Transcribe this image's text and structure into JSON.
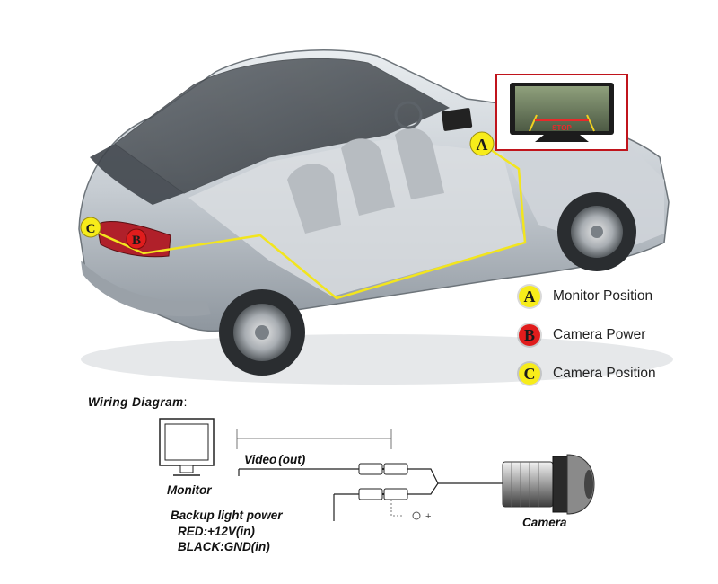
{
  "callouts": {
    "a": "A",
    "b": "B",
    "c": "C"
  },
  "monitor_screen": {
    "stop_label": "STOP"
  },
  "legend": [
    {
      "badge": "A",
      "label": "Monitor Position",
      "color": "#f7ec1a"
    },
    {
      "badge": "B",
      "label": "Camera Power",
      "color": "#e01c1c"
    },
    {
      "badge": "C",
      "label": "Camera Position",
      "color": "#f7ec1a"
    }
  ],
  "wiring": {
    "title": "Wiring Diagram",
    "title_suffix": ":",
    "monitor_label": "Monitor",
    "video_label": "Video",
    "video_dir": "(out)",
    "power_label": "Backup light power",
    "red_label": "RED",
    "red_value": ":+12V",
    "red_dir": "(in)",
    "black_label": "BLACK",
    "black_value": ":GND",
    "black_dir": "(in)",
    "polarity": "-◎- +",
    "camera_label": "Camera"
  },
  "colors": {
    "wire_path": "#f2e51e",
    "callout_yellow": "#f7ec1a",
    "callout_red": "#e01c1c",
    "inset_border": "#c0141c"
  }
}
